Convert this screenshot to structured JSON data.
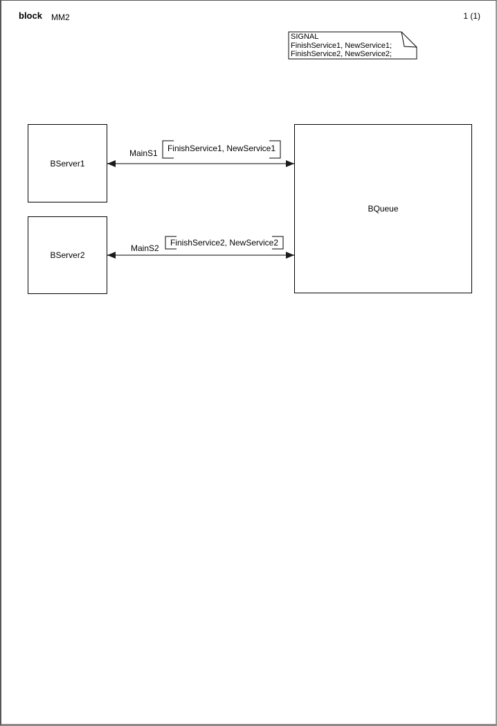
{
  "page": {
    "kind_label": "block",
    "name": "MM2",
    "page_number": "1 (1)"
  },
  "text_symbol": {
    "lines": [
      "SIGNAL",
      "FinishService1, NewService1;",
      "FinishService2, NewService2;"
    ]
  },
  "blocks": {
    "bserver1": {
      "label": "BServer1"
    },
    "bserver2": {
      "label": "BServer2"
    },
    "bqueue": {
      "label": "BQueue"
    }
  },
  "channels": {
    "mains1": {
      "name": "MainS1",
      "signal_list": "FinishService1, NewService1",
      "direction": "bidirectional"
    },
    "mains2": {
      "name": "MainS2",
      "signal_list": "FinishService2, NewService2",
      "direction": "bidirectional"
    }
  },
  "colors": {
    "channel_line": "#808080",
    "arrowhead": "#1a1a1a",
    "symbol_border": "#000000",
    "page_border": "#888888",
    "background": "#ffffff",
    "text": "#000000"
  }
}
